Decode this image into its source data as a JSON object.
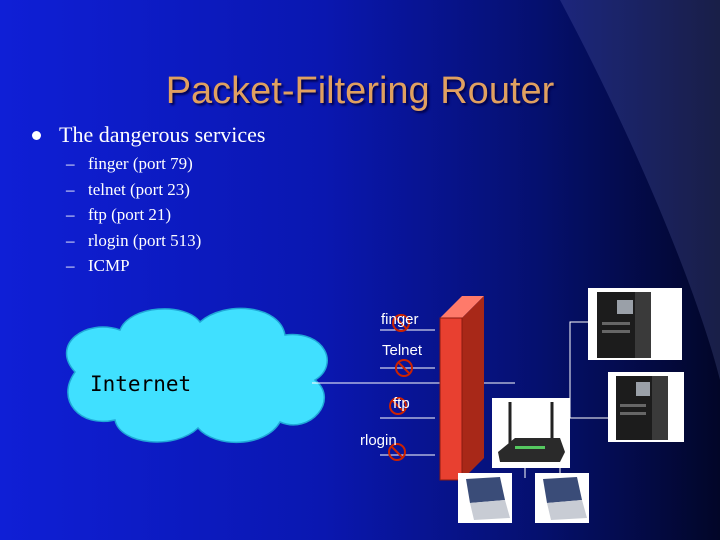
{
  "slide": {
    "title": "Packet-Filtering Router",
    "bullet": "The dangerous services",
    "services": [
      {
        "dash": "–",
        "text": "finger (port 79)"
      },
      {
        "dash": "–",
        "text": "telnet (port 23)"
      },
      {
        "dash": "–",
        "text": "ftp (port 21)"
      },
      {
        "dash": "–",
        "text": "rlogin (port 513)"
      },
      {
        "dash": "–",
        "text": "ICMP"
      }
    ]
  },
  "diagram": {
    "cloud_label": "Internet",
    "blocked": [
      "finger",
      "Telnet",
      "ftp",
      "rlogin"
    ],
    "colors": {
      "title": "#e0a060",
      "cloud": "#40e0ff",
      "firewall": "#e84030",
      "block_icon": "#cc2200"
    }
  }
}
